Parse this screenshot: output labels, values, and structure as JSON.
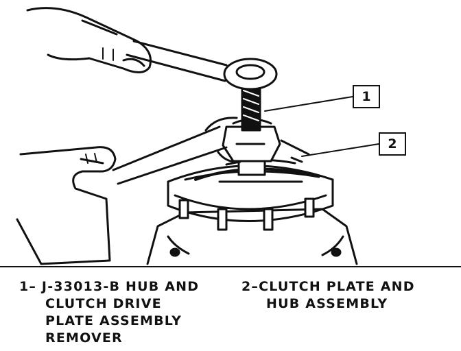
{
  "callouts": {
    "one": "1",
    "two": "2"
  },
  "legend": {
    "item1": {
      "line1": "1– J-33013-B HUB AND",
      "line2": "CLUTCH DRIVE",
      "line3": "PLATE ASSEMBLY",
      "line4": "REMOVER"
    },
    "item2": {
      "line1": "2–CLUTCH PLATE AND",
      "line2": "HUB ASSEMBLY"
    }
  }
}
